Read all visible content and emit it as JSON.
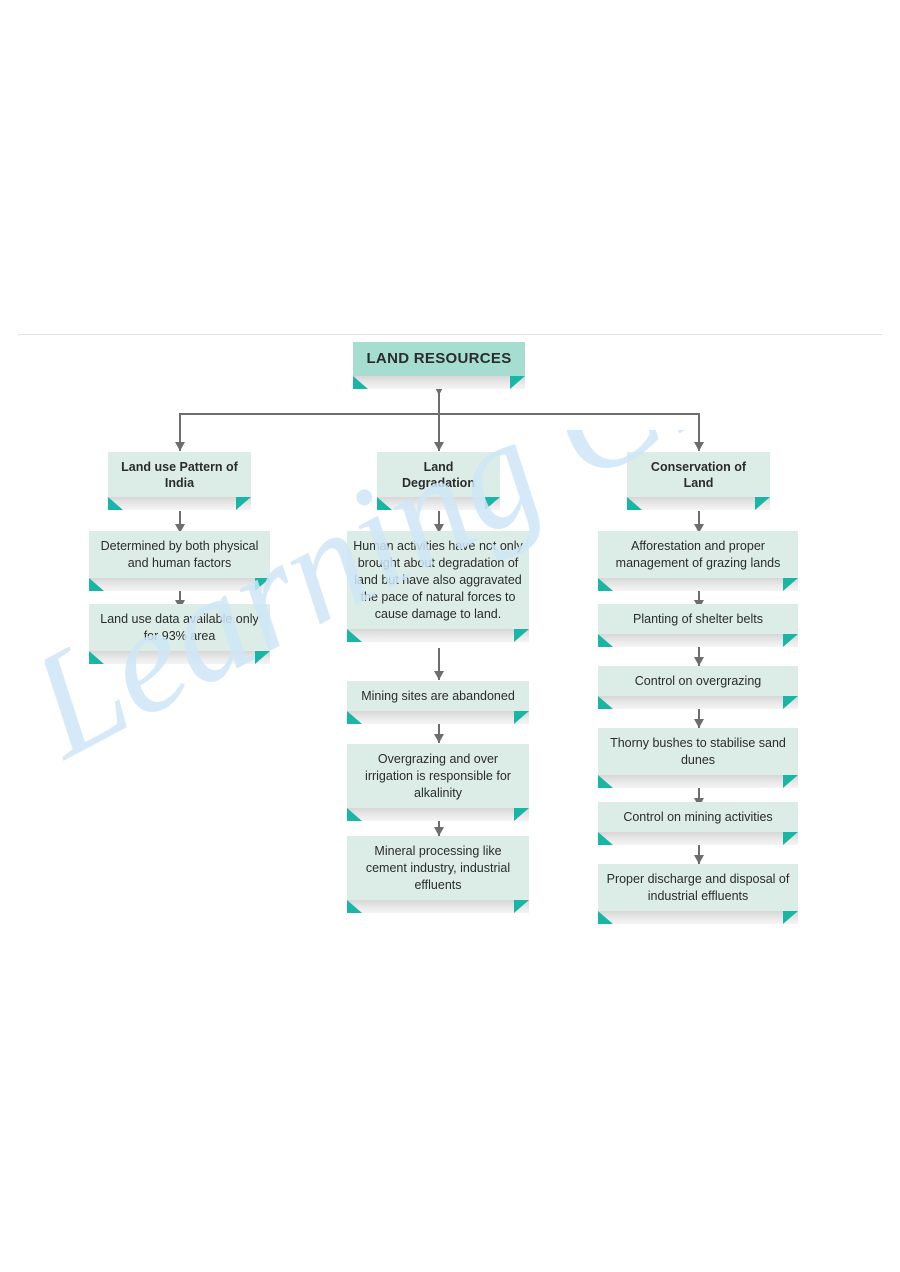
{
  "diagram": {
    "title": "LAND RESOURCES",
    "watermark": "Learning Classes",
    "branches": [
      {
        "header": "Land use Pattern of\nIndia",
        "header_lines": [
          "Land use Pattern of",
          "India"
        ],
        "steps": [
          "Determined by both physical and human factors",
          "Land use data available only for 93% area"
        ]
      },
      {
        "header": "Land\nDegradation",
        "header_lines": [
          "Land",
          "Degradation"
        ],
        "steps": [
          "Human activities have not only brought about degradation of land but have also aggravated the pace of natural forces to cause damage to land.",
          "Mining sites are abandoned",
          "Overgrazing and over irrigation is responsible for alkalinity",
          "Mineral processing like cement industry, industrial effluents"
        ]
      },
      {
        "header": "Conservation of\nLand",
        "header_lines": [
          "Conservation of",
          "Land"
        ],
        "steps": [
          "Afforestation and proper management of grazing lands",
          "Planting of shelter belts",
          "Control on overgrazing",
          "Thorny bushes to stabilise sand dunes",
          "Control on mining activities",
          "Proper discharge and disposal of industrial effluents"
        ]
      }
    ],
    "colors": {
      "title_fill": "#a5ddd1",
      "node_fill": "#dcede7",
      "accent_triangle": "#19b5a5",
      "connector": "#6d6d6d",
      "text": "#2b2b2b",
      "watermark": "#cfe6f7"
    }
  }
}
